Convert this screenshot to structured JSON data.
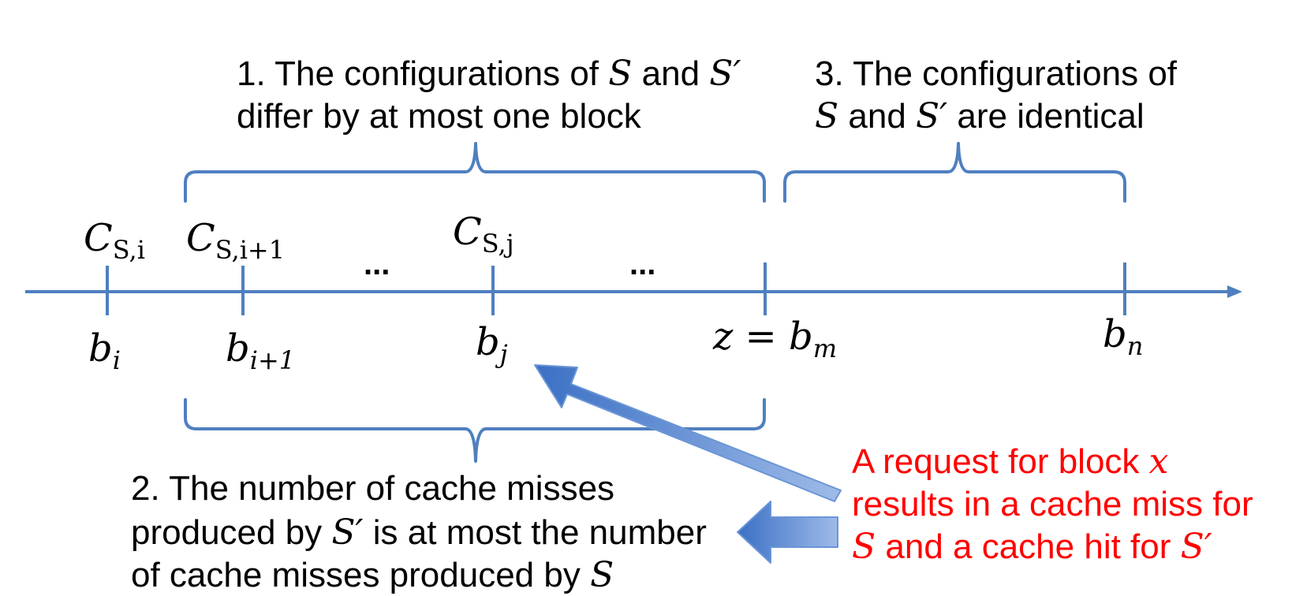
{
  "annotations": {
    "top_left": {
      "line1_pre": "1. The configurations of ",
      "S": "S",
      "and": " and ",
      "S_prime": "S′",
      "line2": "differ by at most one block"
    },
    "top_right": {
      "line1": "3. The configurations of",
      "S": "S",
      "and": " and ",
      "S_prime": "S′",
      "line2_post": " are identical"
    },
    "bottom": {
      "line1": "2. The number of cache misses",
      "line2_pre": "produced by ",
      "S_prime": "S′",
      "line2_post": " is at most the number",
      "line3_pre": "of cache misses produced by ",
      "S": "S"
    },
    "request": {
      "line1_pre": "A request for block ",
      "x": "x",
      "line2": "results in a cache miss for",
      "S": "S",
      "line3_mid": " and a cache hit for ",
      "S_prime": "S′",
      "color": "#ff0000"
    }
  },
  "timeline": {
    "upper_labels": [
      {
        "base": "C",
        "sub": "S,i"
      },
      {
        "base": "C",
        "sub": "S,i+1"
      },
      {
        "base": "C",
        "sub": "S,j"
      }
    ],
    "ellipsis": [
      "...",
      "..."
    ],
    "lower_labels": [
      {
        "base": "b",
        "sub": "i"
      },
      {
        "base": "b",
        "sub": "i+1"
      },
      {
        "base": "b",
        "sub": "j"
      },
      {
        "prefix": "z = ",
        "base": "b",
        "sub": "m"
      },
      {
        "base": "b",
        "sub": "n"
      }
    ],
    "accent_color": "#4f7fc0"
  }
}
